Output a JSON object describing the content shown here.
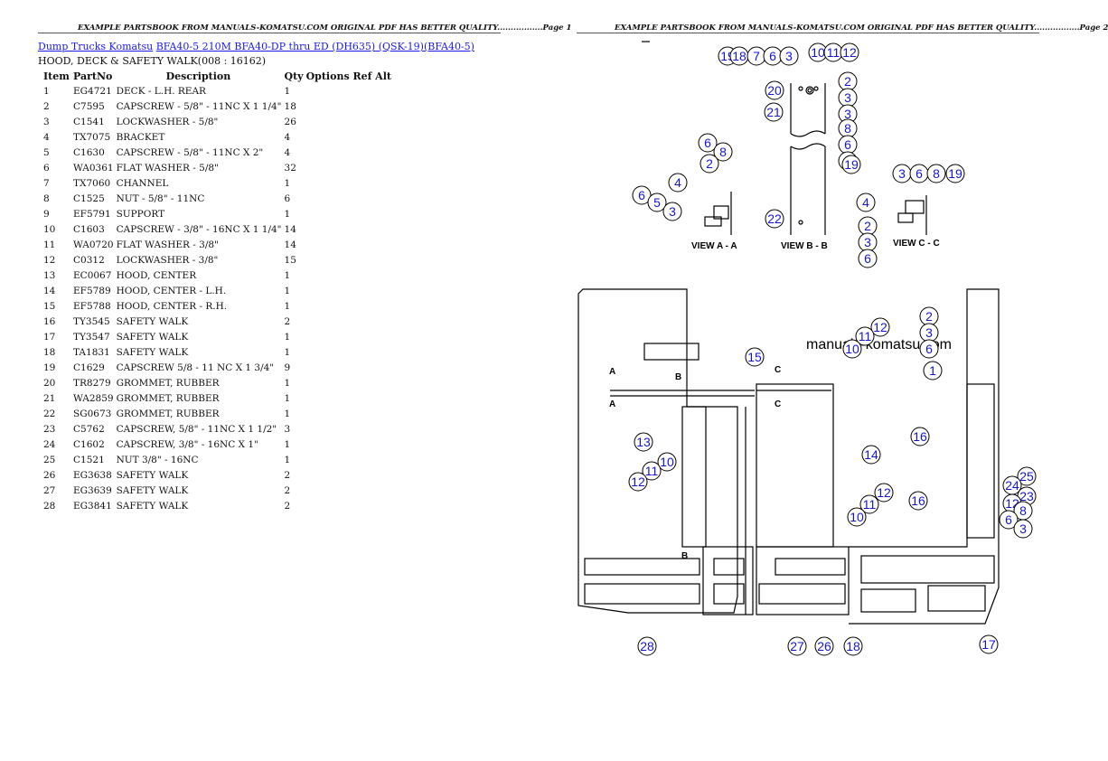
{
  "header": {
    "page1": "EXAMPLE PARTSBOOK FROM MANUALS-KOMATSU.COM ORIGINAL PDF HAS BETTER QUALITY.................Page 1",
    "page2": "EXAMPLE PARTSBOOK FROM MANUALS-KOMATSU.COM ORIGINAL PDF HAS BETTER QUALITY.................Page 2"
  },
  "breadcrumb": {
    "link1": "Dump Trucks Komatsu",
    "link2": "BFA40-5 210M BFA40-DP thru ED (DH635) (QSK-19)(BFA40-5)"
  },
  "section_title": "HOOD, DECK & SAFETY WALK(008 : 16162)",
  "table": {
    "headers": {
      "item": "Item",
      "partno": "PartNo",
      "desc": "Description",
      "qty": "Qty",
      "rest": "Options Ref Alt"
    },
    "rows": [
      [
        "1",
        "EG4721",
        "DECK - L.H. REAR",
        "1"
      ],
      [
        "2",
        "C7595",
        "CAPSCREW - 5/8\" - 11NC X 1 1/4\"",
        "18"
      ],
      [
        "3",
        "C1541",
        "LOCKWASHER - 5/8\"",
        "26"
      ],
      [
        "4",
        "TX7075",
        "BRACKET",
        "4"
      ],
      [
        "5",
        "C1630",
        "CAPSCREW - 5/8\" - 11NC X 2\"",
        "4"
      ],
      [
        "6",
        "WA0361",
        "FLAT WASHER - 5/8\"",
        "32"
      ],
      [
        "7",
        "TX7060",
        "CHANNEL",
        "1"
      ],
      [
        "8",
        "C1525",
        "NUT - 5/8\" - 11NC",
        "6"
      ],
      [
        "9",
        "EF5791",
        "SUPPORT",
        "1"
      ],
      [
        "10",
        "C1603",
        "CAPSCREW - 3/8\" - 16NC X 1 1/4\"",
        "14"
      ],
      [
        "11",
        "WA0720",
        "FLAT WASHER - 3/8\"",
        "14"
      ],
      [
        "12",
        "C0312",
        "LOCKWASHER - 3/8\"",
        "15"
      ],
      [
        "13",
        "EC0067",
        "HOOD, CENTER",
        "1"
      ],
      [
        "14",
        "EF5789",
        "HOOD, CENTER - L.H.",
        "1"
      ],
      [
        "15",
        "EF5788",
        "HOOD, CENTER - R.H.",
        "1"
      ],
      [
        "16",
        "TY3545",
        "SAFETY WALK",
        "2"
      ],
      [
        "17",
        "TY3547",
        "SAFETY WALK",
        "1"
      ],
      [
        "18",
        "TA1831",
        "SAFETY WALK",
        "1"
      ],
      [
        "19",
        "C1629",
        "CAPSCREW 5/8 - 11 NC X 1 3/4\"",
        "9"
      ],
      [
        "20",
        "TR8279",
        "GROMMET, RUBBER",
        "1"
      ],
      [
        "21",
        "WA2859",
        "GROMMET, RUBBER",
        "1"
      ],
      [
        "22",
        "SG0673",
        "GROMMET, RUBBER",
        "1"
      ],
      [
        "23",
        "C5762",
        "CAPSCREW, 5/8\" - 11NC X 1 1/2\"",
        "3"
      ],
      [
        "24",
        "C1602",
        "CAPSCREW, 3/8\" - 16NC X 1\"",
        "1"
      ],
      [
        "25",
        "C1521",
        "NUT 3/8\" - 16NC",
        "1"
      ],
      [
        "26",
        "EG3638",
        "SAFETY WALK",
        "2"
      ],
      [
        "27",
        "EG3639",
        "SAFETY WALK",
        "2"
      ],
      [
        "28",
        "EG3841",
        "SAFETY WALK",
        "2"
      ]
    ]
  },
  "diagram": {
    "view_labels": [
      "VIEW A - A",
      "VIEW B - B",
      "VIEW C - C"
    ],
    "watermark": "manuals-komatsu.com",
    "section_letters": [
      "A",
      "A",
      "B",
      "B",
      "C",
      "C"
    ],
    "callouts": [
      "19",
      "18",
      "7",
      "6",
      "3",
      "10",
      "11",
      "12",
      "2",
      "20",
      "3",
      "21",
      "3",
      "8",
      "6",
      "9",
      "19",
      "6",
      "8",
      "2",
      "4",
      "6",
      "5",
      "3",
      "22",
      "3",
      "6",
      "8",
      "19",
      "4",
      "2",
      "3",
      "6",
      "2",
      "3",
      "6",
      "12",
      "11",
      "10",
      "1",
      "15",
      "13",
      "10",
      "11",
      "12",
      "14",
      "16",
      "12",
      "11",
      "10",
      "16",
      "25",
      "24",
      "23",
      "12",
      "8",
      "6",
      "3",
      "28",
      "27",
      "26",
      "18",
      "17"
    ]
  }
}
